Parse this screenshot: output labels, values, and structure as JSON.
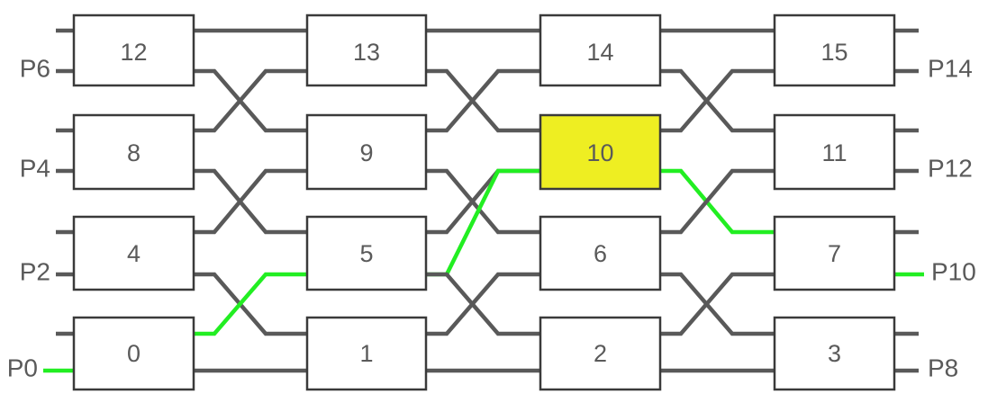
{
  "diagram": {
    "type": "butterfly-network",
    "title": "",
    "rows": 4,
    "stages": 4,
    "colors": {
      "box_fill": "#ffffff",
      "box_stroke": "#3a3a3a",
      "highlight_fill": "#eeee22",
      "wire": "#595959",
      "active_wire": "#22ee22",
      "text": "#5a5a5a",
      "background": "#ffffff"
    },
    "highlighted_node": "10",
    "switches": [
      {
        "id": "12",
        "stage": 0,
        "row": 0,
        "highlighted": false
      },
      {
        "id": "13",
        "stage": 1,
        "row": 0,
        "highlighted": false
      },
      {
        "id": "14",
        "stage": 2,
        "row": 0,
        "highlighted": false
      },
      {
        "id": "15",
        "stage": 3,
        "row": 0,
        "highlighted": false
      },
      {
        "id": "8",
        "stage": 0,
        "row": 1,
        "highlighted": false
      },
      {
        "id": "9",
        "stage": 1,
        "row": 1,
        "highlighted": false
      },
      {
        "id": "10",
        "stage": 2,
        "row": 1,
        "highlighted": true
      },
      {
        "id": "11",
        "stage": 3,
        "row": 1,
        "highlighted": false
      },
      {
        "id": "4",
        "stage": 0,
        "row": 2,
        "highlighted": false
      },
      {
        "id": "5",
        "stage": 1,
        "row": 2,
        "highlighted": false
      },
      {
        "id": "6",
        "stage": 2,
        "row": 2,
        "highlighted": false
      },
      {
        "id": "7",
        "stage": 3,
        "row": 2,
        "highlighted": false
      },
      {
        "id": "0",
        "stage": 0,
        "row": 3,
        "highlighted": false
      },
      {
        "id": "1",
        "stage": 1,
        "row": 3,
        "highlighted": false
      },
      {
        "id": "2",
        "stage": 2,
        "row": 3,
        "highlighted": false
      },
      {
        "id": "3",
        "stage": 3,
        "row": 3,
        "highlighted": false
      }
    ],
    "left_ports": [
      {
        "label": "P6",
        "row": 0,
        "active": false
      },
      {
        "label": "P4",
        "row": 1,
        "active": false
      },
      {
        "label": "P2",
        "row": 2,
        "active": false
      },
      {
        "label": "P0",
        "row": 3,
        "active": true
      }
    ],
    "right_ports": [
      {
        "label": "P14",
        "row": 0,
        "active": false
      },
      {
        "label": "P12",
        "row": 1,
        "active": false
      },
      {
        "label": "P10",
        "row": 2,
        "active": true
      },
      {
        "label": "P8",
        "row": 3,
        "active": false
      }
    ],
    "active_route": {
      "from": "P0",
      "to": "P10",
      "path": [
        "P0",
        "0",
        "5",
        "10",
        "7",
        "P10"
      ]
    }
  }
}
